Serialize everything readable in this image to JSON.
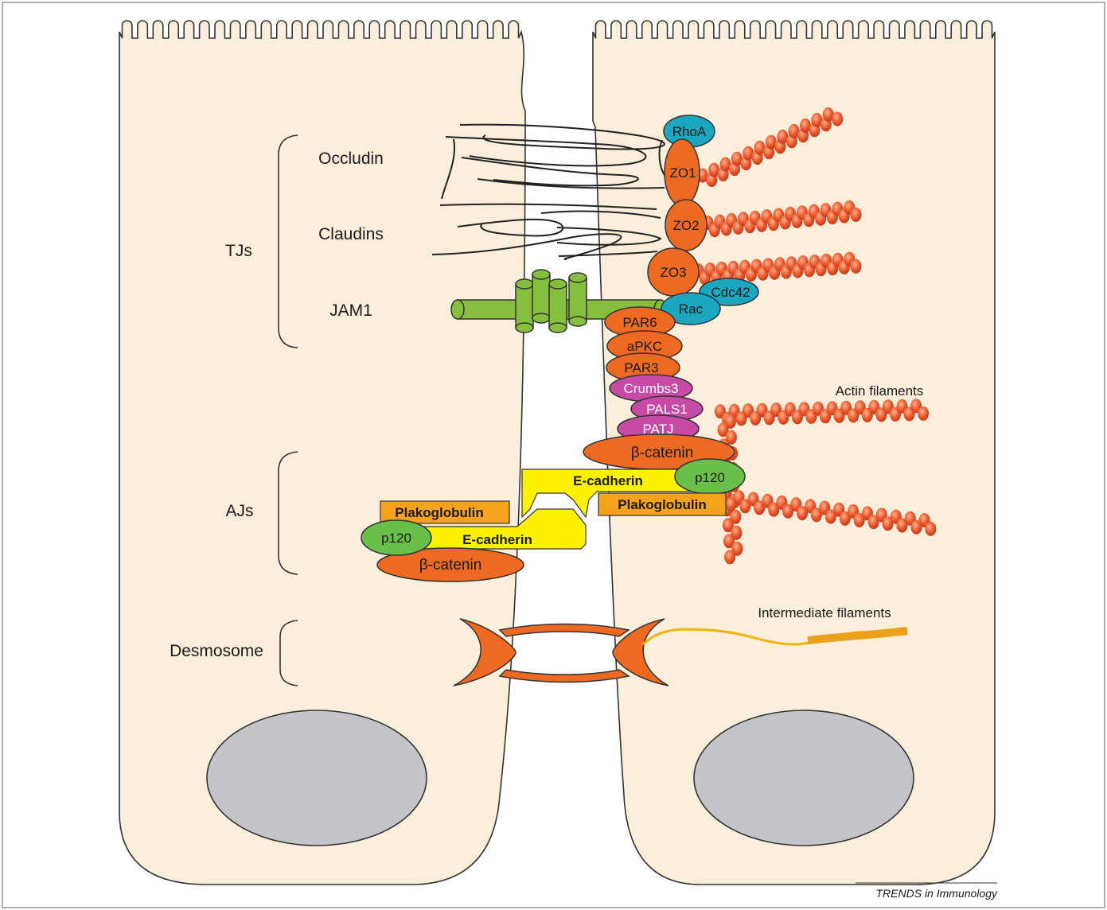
{
  "labels": {
    "tjs": "TJs",
    "ajs": "AJs",
    "desmosome": "Desmosome",
    "occludin": "Occludin",
    "claudins": "Claudins",
    "jam1": "JAM1",
    "actin_filaments": "Actin filaments",
    "intermediate_filaments": "Intermediate filaments",
    "credit": "TRENDS in Immunology"
  },
  "proteins": {
    "rhoa": "RhoA",
    "zo1": "ZO1",
    "zo2": "ZO2",
    "zo3": "ZO3",
    "cdc42": "Cdc42",
    "rac": "Rac",
    "par6": "PAR6",
    "apkc": "aPKC",
    "par3": "PAR3",
    "crumbs3": "Crumbs3",
    "pals1": "PALS1",
    "patj": "PATJ",
    "beta_catenin_right": "β-catenin",
    "ecadherin_right": "E-cadherin",
    "p120_right": "p120",
    "plakoglobulin_right": "Plakoglobulin",
    "plakoglobulin_left": "Plakoglobulin",
    "p120_left": "p120",
    "ecadherin_left": "E-cadherin",
    "beta_catenin_left": "β-catenin"
  },
  "colors": {
    "cell_fill": "#fbeedb",
    "nucleus": "#c4c5c8",
    "orange": "#ee6a23",
    "teal": "#1aa7bf",
    "magenta": "#c84aa7",
    "green": "#86bf3e",
    "yellow": "#fff200",
    "plakoglobulin": "#f5a21d",
    "actin": "#e8542a"
  }
}
